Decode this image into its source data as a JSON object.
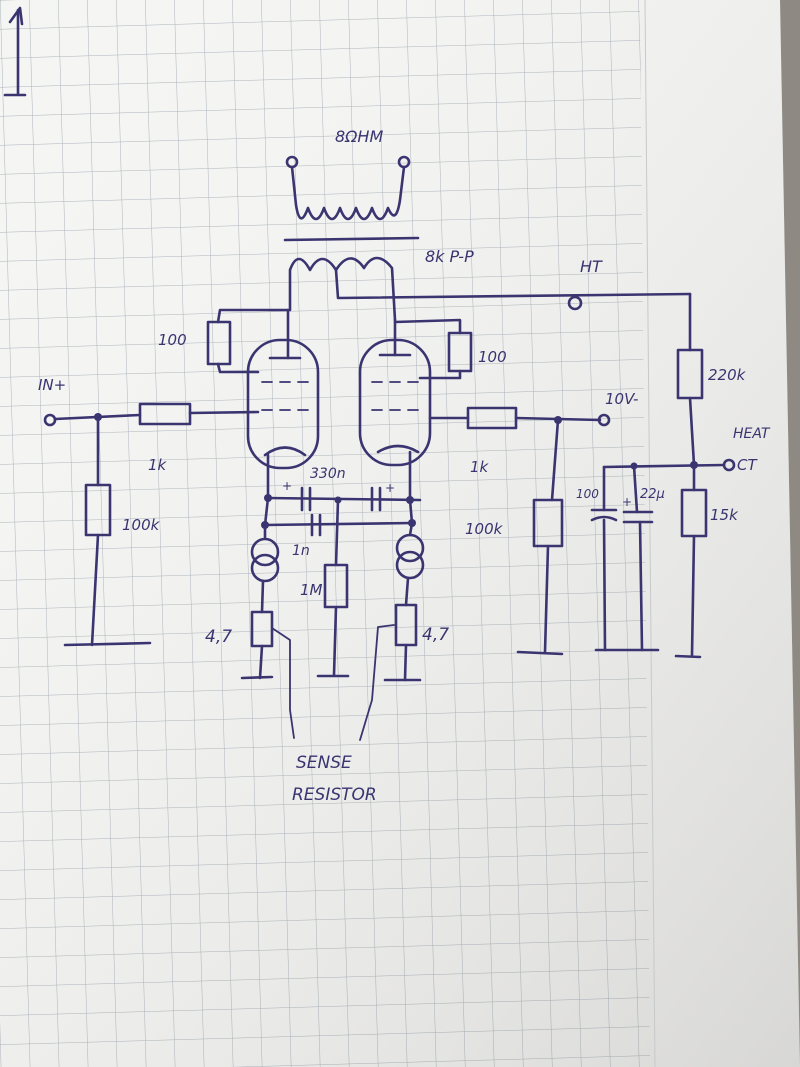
{
  "labels": {
    "speaker": "8ΩHM",
    "output_transformer": "8k P-P",
    "ht": "HT",
    "input": "IN+",
    "input_series": "1k",
    "input_shunt": "100k",
    "grid_stop_left": "100",
    "grid_stop_right": "100",
    "coupling_cap": "330n",
    "cathode_cap": "1n",
    "bias_resistor": "1M",
    "sense_left": "4,7",
    "sense_right": "4,7",
    "sense_note_line1": "SENSE",
    "sense_note_line2": "RESISTOR",
    "right_series": "1k",
    "right_shunt": "100k",
    "bias_in": "10V-",
    "heat_cap_small": "100",
    "heat_cap_large": "22µ",
    "ht_divider_top": "220k",
    "ht_divider_bottom": "15k",
    "heat": "HEAT",
    "ct": "CT"
  }
}
